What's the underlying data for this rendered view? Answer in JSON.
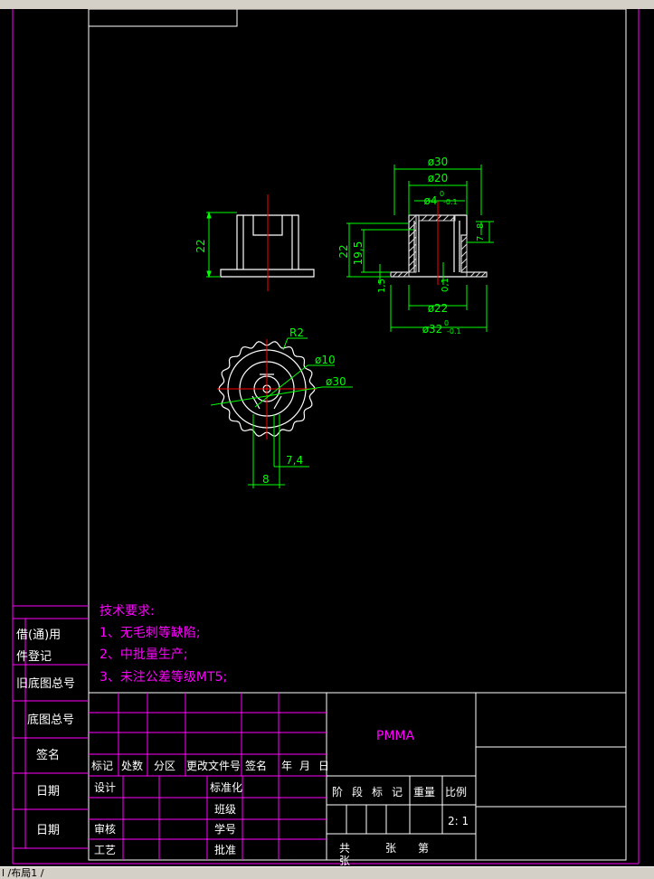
{
  "window": {
    "status_tab_text": "l /布局1 /"
  },
  "drawing": {
    "dims": {
      "front_height": "22",
      "sec_top_dia": "ø30",
      "sec_mid_dia": "ø20",
      "sec_hole_dia": "ø4",
      "sec_hole_tol_up": "0",
      "sec_hole_tol_low": "-0.1",
      "sec_right_a": "7",
      "sec_right_b": "8",
      "sec_height_22": "22",
      "sec_height_195": "19,5",
      "sec_flange": "1,5",
      "sec_inner": "0,1",
      "sec_dia22": "ø22",
      "sec_dia32": "ø32",
      "sec_dia32_tol_up": "0",
      "sec_dia32_tol_low": "-0.1",
      "top_r2": "R2",
      "top_d10": "ø10",
      "top_d30": "ø30",
      "top_74": "7,4",
      "top_8": "8"
    },
    "tech_req": {
      "title": "技术要求:",
      "items": [
        "1、无毛刺等缺陷;",
        "2、中批量生产;",
        "3、未注公差等级MT5;"
      ]
    },
    "left_strip": {
      "labels": [
        "借(通)用",
        "件登记",
        "旧底图总号",
        "底图总号",
        "签名",
        "日期",
        "日期"
      ]
    },
    "title_block": {
      "material": "PMMA",
      "rev_headers": [
        "标记",
        "处数",
        "分区",
        "更改文件号",
        "签名",
        "年",
        "月",
        "日"
      ],
      "sign_rows": [
        {
          "left": "设计",
          "mid": "标准化"
        },
        {
          "left": "",
          "mid": "班级"
        },
        {
          "left": "审核",
          "mid": "学号"
        },
        {
          "left": "工艺",
          "mid": "批准"
        }
      ],
      "stage_headers": [
        "阶",
        "段",
        "标",
        "记",
        "重量",
        "比例"
      ],
      "scale": "2: 1",
      "sheet_total": "共",
      "sheet_zhang": "张",
      "sheet_di": "第",
      "sheet_zhang2": "张"
    },
    "colors": {
      "line": "#ffffff",
      "dim": "#00ff00",
      "center": "#ff0000",
      "frame": "#ff00ff",
      "outline": "#d9d9d9"
    }
  }
}
